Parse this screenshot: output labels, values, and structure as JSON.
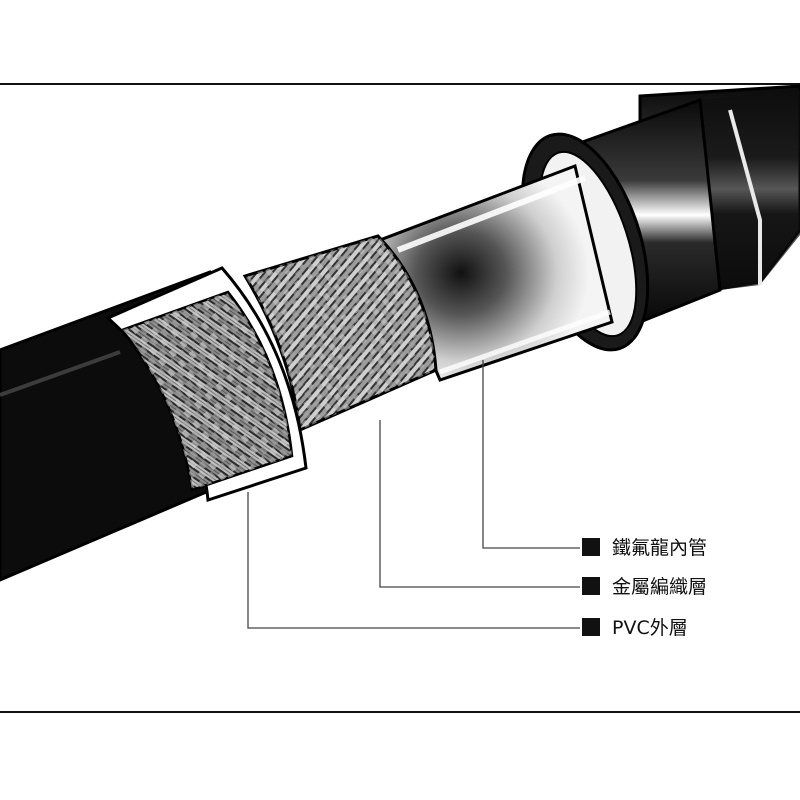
{
  "diagram": {
    "labels": [
      {
        "id": "inner-tube",
        "text": "鐵氟龍內管"
      },
      {
        "id": "metal-braid",
        "text": "金屬編織層"
      },
      {
        "id": "pvc-outer",
        "text": "PVC外層"
      }
    ]
  },
  "colors": {
    "background": "#ffffff",
    "ink": "#111111",
    "hose_black": "#0c0c0c",
    "braid": "#9a9a9a",
    "tube": "#eeeeee"
  }
}
